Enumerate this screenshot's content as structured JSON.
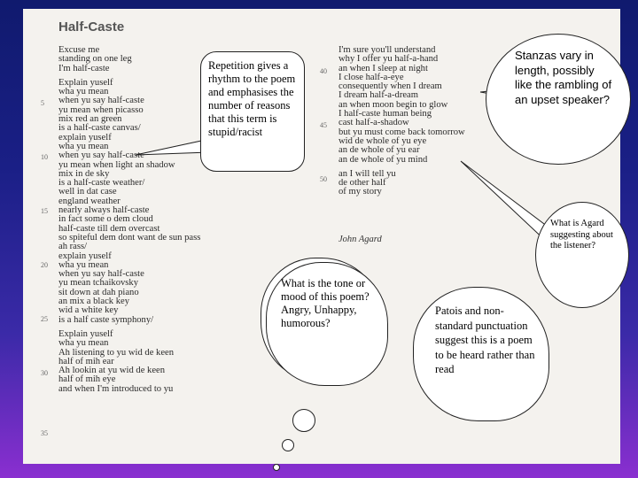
{
  "poem": {
    "title": "Half-Caste",
    "author": "John Agard",
    "left_lines": [
      "Excuse me",
      "standing on one leg",
      "I'm half-caste",
      "",
      "Explain yuself",
      "wha yu mean",
      "when yu say half-caste",
      "yu mean when picasso",
      "mix red an green",
      "is a half-caste canvas/",
      "explain yuself",
      "wha yu mean",
      "when yu say half-caste",
      "yu mean when light an shadow",
      "mix in de sky",
      "is a half-caste weather/",
      "well in dat case",
      "england weather",
      "nearly always half-caste",
      "in fact some o dem cloud",
      "half-caste till dem overcast",
      "so spiteful dem dont want de sun pass",
      "ah rass/",
      "explain yuself",
      "wha yu mean",
      "when yu say half-caste",
      "yu mean tchaikovsky",
      "sit down at dah piano",
      "an mix a black key",
      "wid a white key",
      "is a half caste symphony/",
      "",
      "Explain yuself",
      "wha yu mean",
      "Ah listening to yu wid de keen",
      "half of mih ear",
      "Ah lookin at yu wid de keen",
      "half of mih eye",
      "and when I'm introduced to yu"
    ],
    "right_lines": [
      "I'm sure you'll understand",
      "why I offer yu half-a-hand",
      "an when I sleep at night",
      "I close half-a-eye",
      "consequently when I dream",
      "I dream half-a-dream",
      "an when moon begin to glow",
      "I half-caste human being",
      "cast half-a-shadow",
      "but yu must come back tomorrow",
      "wid de whole of yu eye",
      "an de whole of yu ear",
      "an de whole of yu mind",
      "",
      "an I will tell yu",
      "de other half",
      "of my story"
    ],
    "left_numbers": [
      "5",
      "10",
      "15",
      "20",
      "25",
      "30",
      "35"
    ],
    "right_numbers": [
      "40",
      "45",
      "50"
    ]
  },
  "annotations": {
    "repetition": "Repetition gives a rhythm to the poem and emphasises the number of reasons that this term is stupid/racist",
    "stanzas": "Stanzas vary in length, possibly like the rambling of an upset speaker?",
    "whole": "What is Agard suggesting about the listener?",
    "tone": "What is the tone or mood of this poem? Angry, Unhappy, humorous?",
    "patois": "Patois and non-standard punctuation suggest this is a poem to be heard rather than read"
  }
}
